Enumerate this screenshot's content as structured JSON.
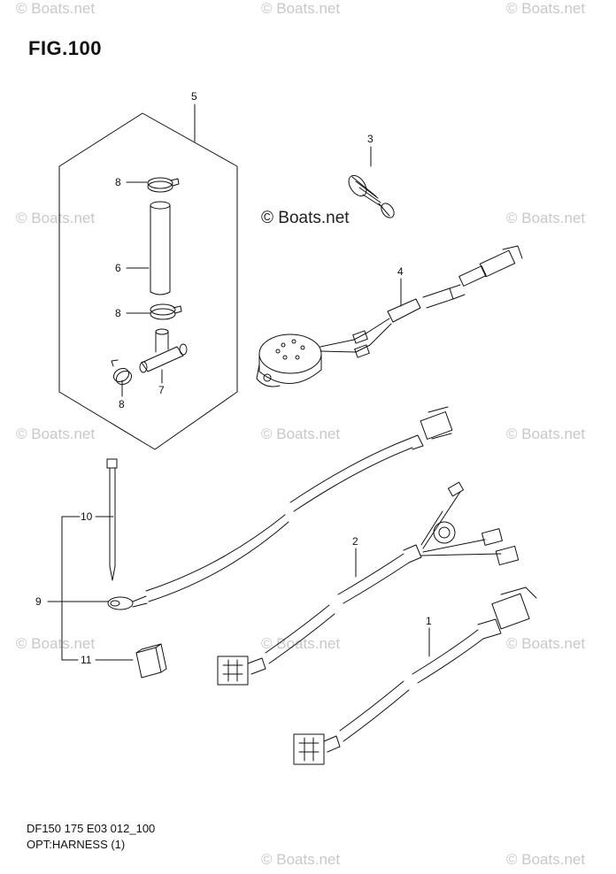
{
  "figure": {
    "title": "FIG.100"
  },
  "watermark": {
    "text": "© Boats.net",
    "center_text": "© Boats.net"
  },
  "callouts": {
    "c1": "1",
    "c2": "2",
    "c3": "3",
    "c4": "4",
    "c5": "5",
    "c6": "6",
    "c7": "7",
    "c8a": "8",
    "c8b": "8",
    "c8c": "8",
    "c9": "9",
    "c10": "10",
    "c11": "11"
  },
  "footer": {
    "model_code": "DF150 175 E03 012_100",
    "group_name": "OPT:HARNESS (1)"
  },
  "colors": {
    "line": "#111111",
    "watermark": "#c8c8c8"
  }
}
